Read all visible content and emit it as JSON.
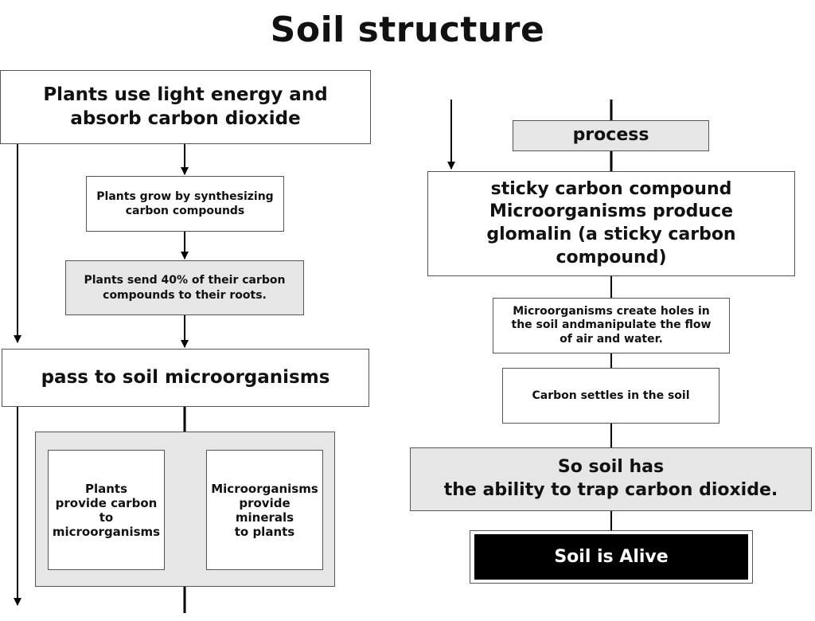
{
  "title": "Soil structure",
  "left": {
    "box1": [
      "Plants use light energy and",
      "absorb carbon dioxide"
    ],
    "box2": [
      "Plants grow by synthesizing",
      "carbon compounds"
    ],
    "box3": [
      "Plants send 40% of their carbon",
      "compounds to their roots."
    ],
    "box4": "pass to soil microorganisms",
    "exchange_left": [
      "Plants",
      "provide carbon",
      "to",
      "microorganisms"
    ],
    "exchange_right": [
      "Microorganisms",
      "provide",
      "minerals",
      "to plants"
    ]
  },
  "right": {
    "process": "process",
    "sticky": [
      "sticky carbon compound",
      "Microorganisms produce",
      "glomalin (a sticky carbon compound)"
    ],
    "holes": [
      "Microorganisms create holes in",
      "the soil andmanipulate the flow",
      "of air and water."
    ],
    "settles": "Carbon settles in the soil",
    "trap": [
      "So soil has",
      "the ability to trap carbon dioxide."
    ],
    "alive": "Soil is Alive"
  }
}
